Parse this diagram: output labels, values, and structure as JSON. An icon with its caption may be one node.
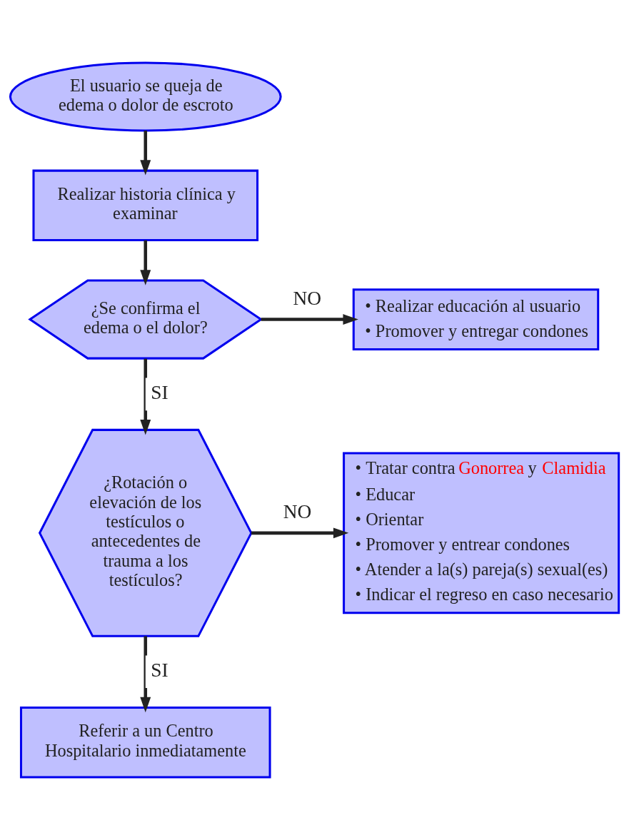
{
  "diagram": {
    "nodes": [
      {
        "text": [
          "El usuario se queja de edema o dolor de escroto"
        ]
      },
      {
        "text": [
          "Realizar historia clínica y examinar"
        ]
      },
      {
        "text": [
          "¿Se confirma el edema o el dolor?"
        ]
      },
      {
        "text": [
          "• Realizar educación al usuario",
          "• Promover y entregar condones"
        ]
      },
      {
        "text": [
          "¿Rotación o elevación de los testículos o antecedentes de trauma a los testículos?"
        ]
      },
      {
        "text": [
          "• Tratar contra Gonorrea y Clamidia",
          "• Educar",
          "• Orientar",
          "• Promover y entrear condones",
          "• Atender a la(s) pareja(s) sexual(es)",
          "• Indicar el regreso en caso necesario"
        ]
      },
      {
        "text": [
          "Referir a un Centro Hospitalario inmediatamente"
        ]
      }
    ],
    "edges": [
      {
        "from": 0,
        "to": 1,
        "arrow": "to"
      },
      {
        "from": 1,
        "to": 2,
        "arrow": "to"
      },
      {
        "from": 2,
        "to": 3,
        "arrow": "to",
        "label": "NO"
      },
      {
        "from": 2,
        "to": 4,
        "arrow": "to",
        "label": "SI"
      },
      {
        "from": 4,
        "to": 5,
        "arrow": "to",
        "label": "NO"
      },
      {
        "from": 4,
        "to": 6,
        "arrow": "to",
        "label": "SI"
      }
    ]
  }
}
